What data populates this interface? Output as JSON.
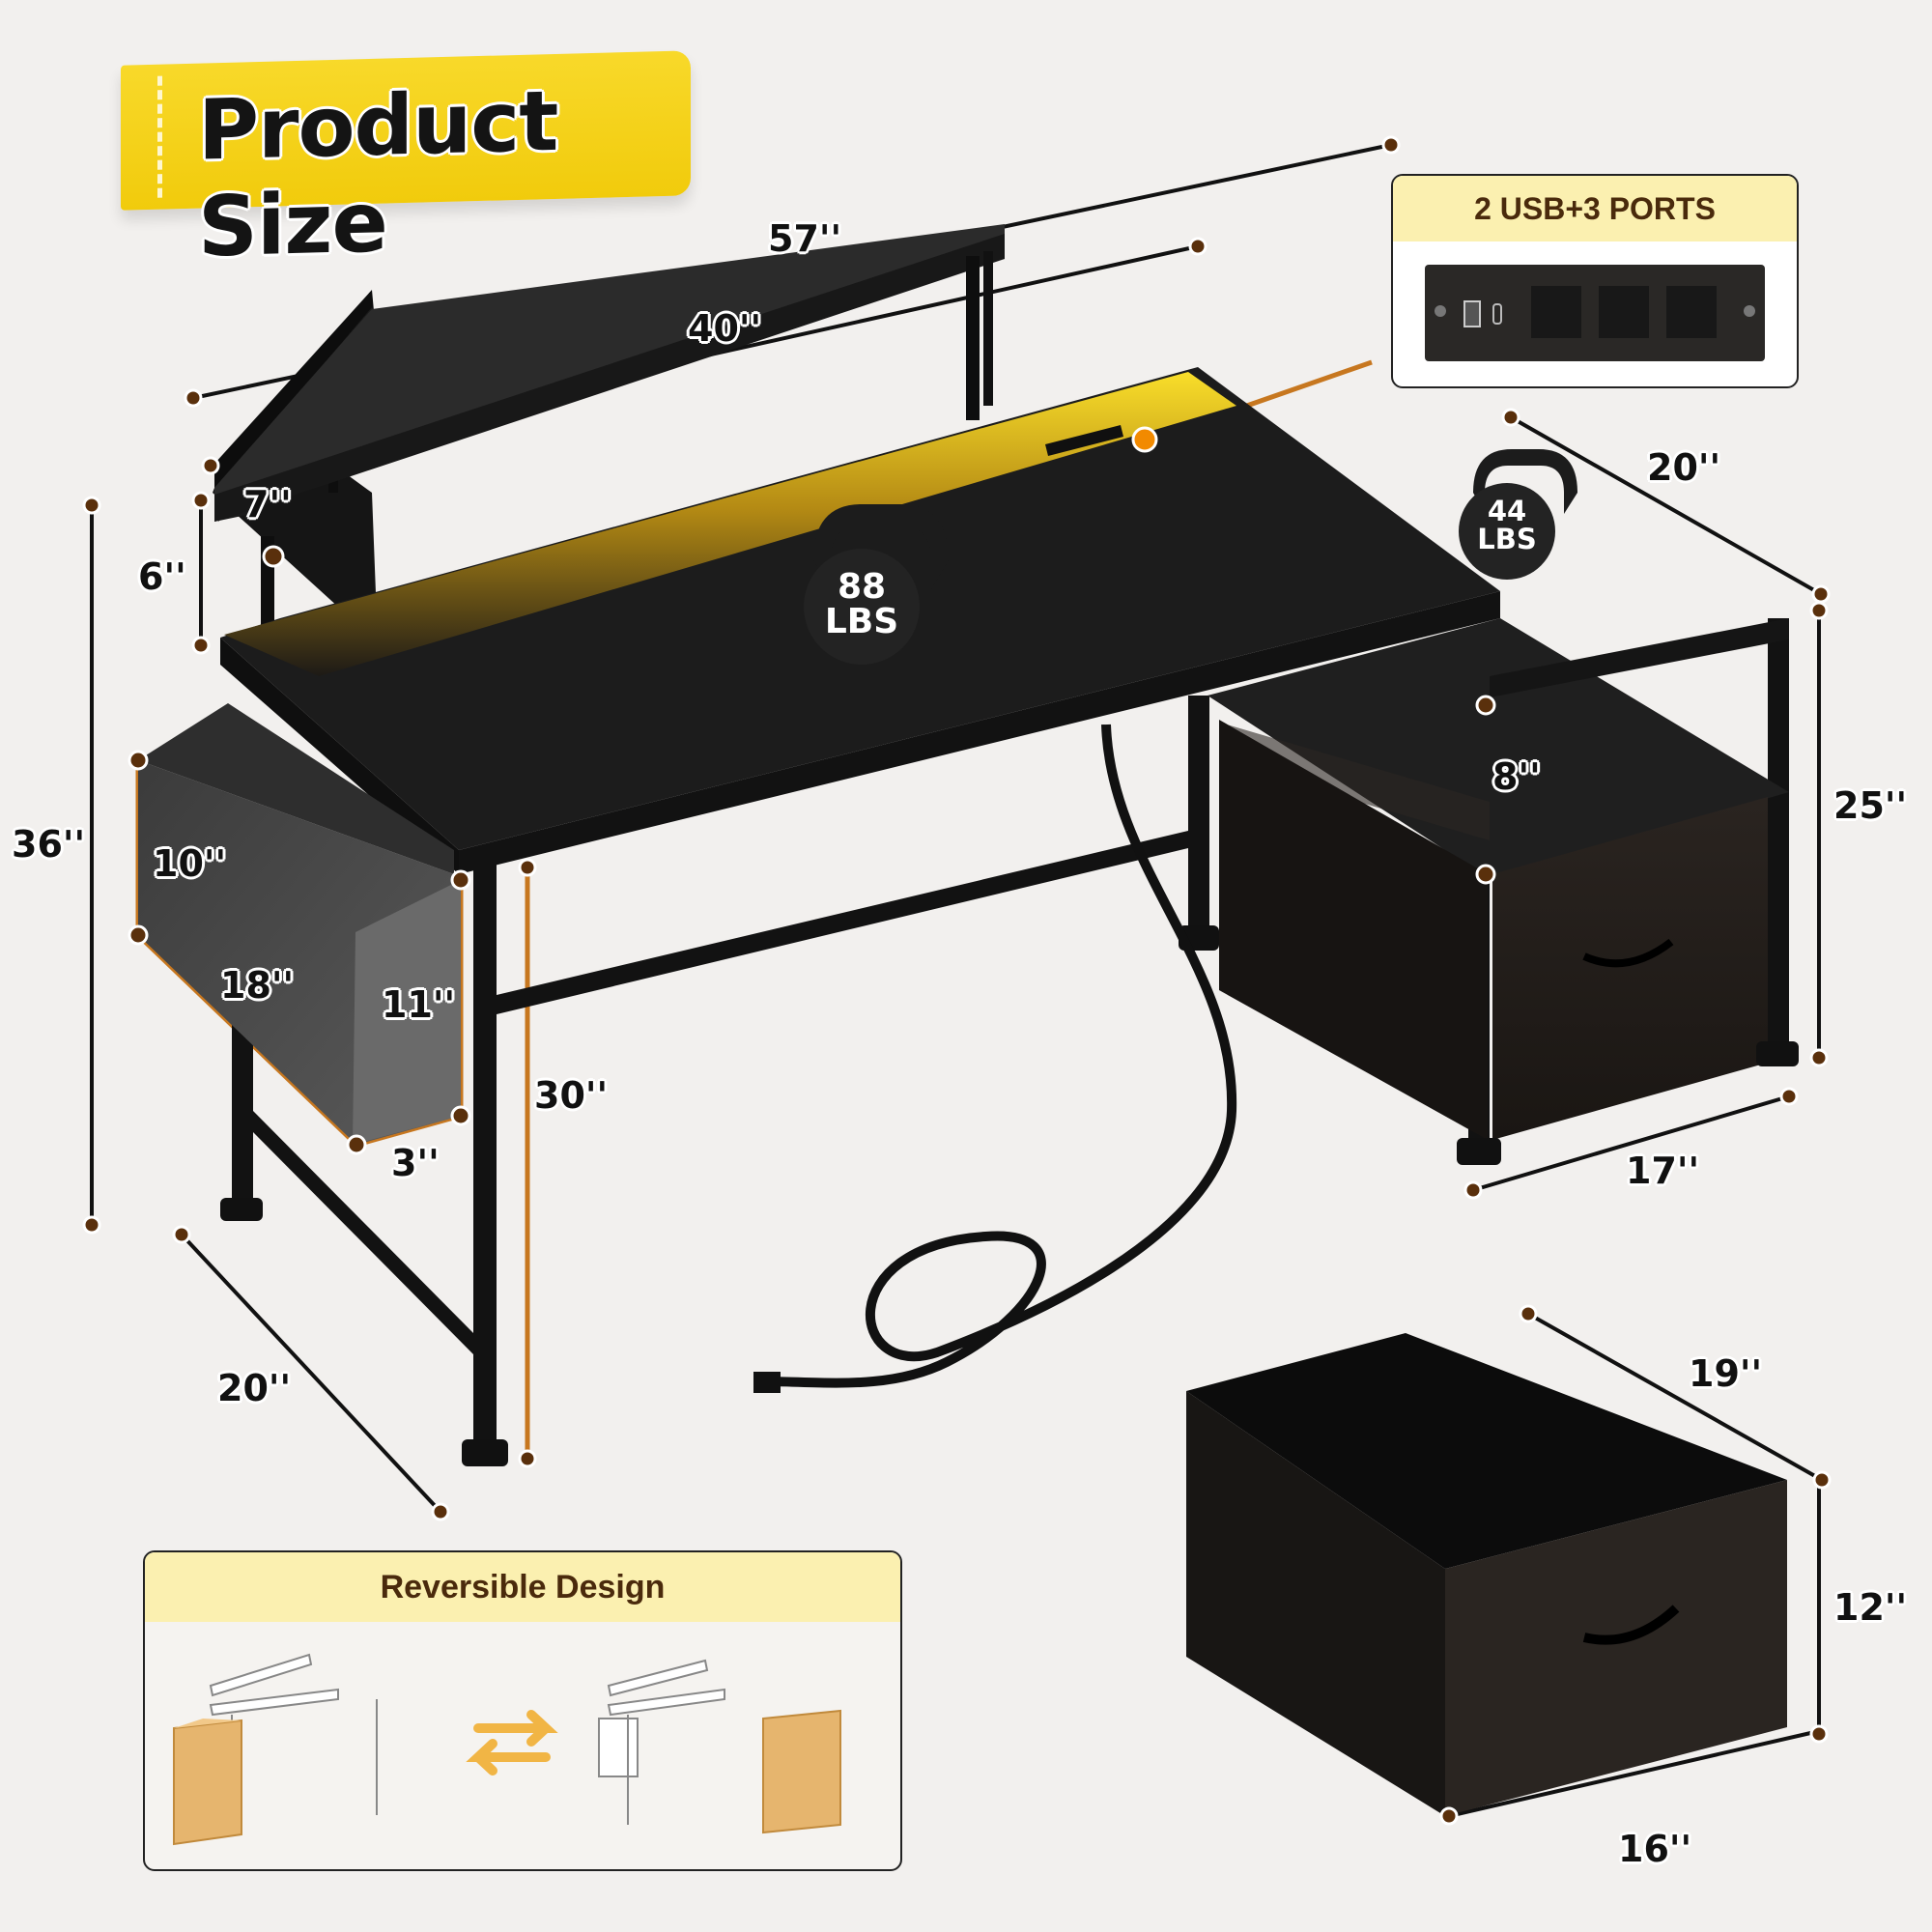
{
  "header": {
    "title": "Product Size"
  },
  "ports_callout": {
    "title": "2 USB+3 PORTS",
    "ports": [
      {
        "type": "usb-a",
        "icon": "usb-a-port-icon"
      },
      {
        "type": "usb-c",
        "icon": "usb-c-port-icon"
      },
      {
        "type": "ac-outlet",
        "icon": "outlet-icon"
      },
      {
        "type": "ac-outlet",
        "icon": "outlet-icon"
      },
      {
        "type": "ac-outlet",
        "icon": "outlet-icon"
      }
    ]
  },
  "desk_dimensions": {
    "overall_width": "57''",
    "shelf_width": "40''",
    "shelf_depth": "7''",
    "shelf_height": "6''",
    "total_height": "36''",
    "desk_height": "30''",
    "desk_depth": "20''",
    "cabinet_depth": "20''",
    "cabinet_height": "25''",
    "cabinet_width": "17''",
    "cabinet_open_shelf": "8''"
  },
  "storage_bag_dimensions": {
    "height_front": "10''",
    "length": "18''",
    "height_side": "11''",
    "width": "3''"
  },
  "weight_capacity": {
    "desk": {
      "value": "88",
      "unit": "LBS"
    },
    "cabinet": {
      "value": "44",
      "unit": "LBS"
    }
  },
  "drawer_dimensions": {
    "depth": "19''",
    "height": "12''",
    "width": "16''"
  },
  "reversible_callout": {
    "title": "Reversible Design",
    "icon": "swap-arrows-icon"
  },
  "colors": {
    "banner_yellow": "#f1cb0c",
    "callout_header": "#fbf0b0",
    "callout_text": "#4a2a0c",
    "dimension_dot": "#5a300c",
    "accent_line": "#c7771f",
    "background": "#f2f0ee",
    "desk_black": "#1a1a1a",
    "led_glow": "#f6d21a"
  }
}
